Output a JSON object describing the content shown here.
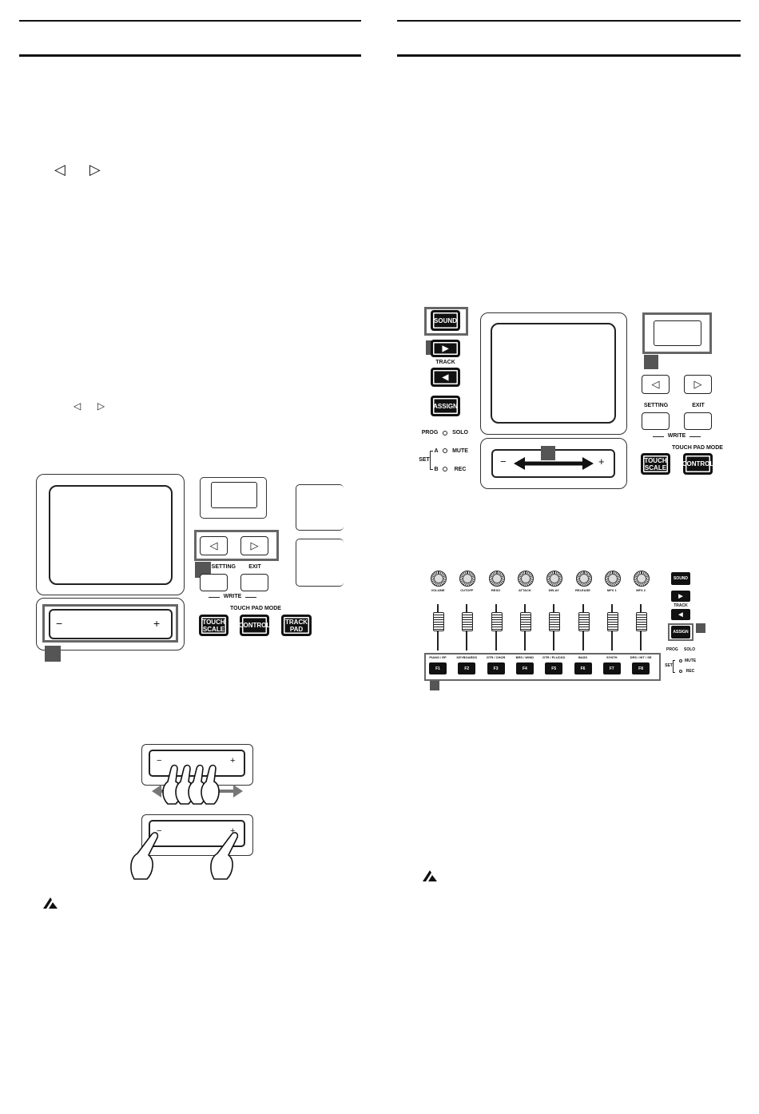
{
  "hardware_labels": {
    "touch_scale": "TOUCH\nSCALE",
    "control": "CONTROL",
    "track_pad": "TRACK PAD",
    "touch_pad_mode": "TOUCH PAD MODE",
    "setting": "SETTING",
    "exit": "EXIT",
    "write": "WRITE",
    "sound": "SOUND",
    "track": "TRACK",
    "assign": "ASSIGN",
    "prog": "PROG",
    "solo": "SOLO",
    "set": "SET",
    "set_a": "A",
    "set_b": "B",
    "mute": "MUTE",
    "rec": "REC",
    "minus": "−",
    "plus": "+"
  },
  "knob_labels": [
    "VOLUME",
    "CUTOFF",
    "RESO",
    "ATTACK",
    "DELAY",
    "RELEASE",
    "MFX 1",
    "MFX 2"
  ],
  "fkey_labels": [
    "PIANO / EP",
    "KEYBOARDS",
    "GTR / CHOR",
    "BRS / WIND",
    "GTR / PLUCKD",
    "BASS",
    "SYNTH",
    "DRS / HIT / SE"
  ],
  "fkey_names": [
    "F1",
    "F2",
    "F3",
    "F4",
    "F5",
    "F6",
    "F7",
    "F8"
  ],
  "mini_panel": {
    "prog": "PROG",
    "solo": "SOLO",
    "set": "SET",
    "mute": "MUTE",
    "rec": "REC",
    "track": "TRACK"
  },
  "icons": {
    "arrow_left": "◁",
    "arrow_right": "▷",
    "play": "▶",
    "back": "◀",
    "caution": "caution-icon"
  }
}
